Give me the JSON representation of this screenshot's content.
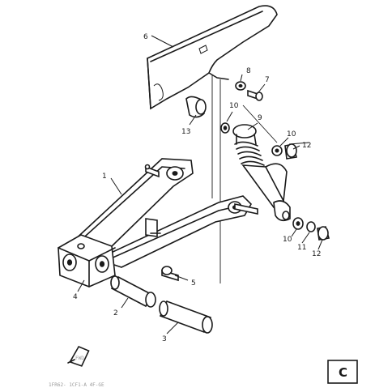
{
  "callouts": [
    "1",
    "2",
    "3",
    "4",
    "5",
    "6",
    "7",
    "8",
    "9",
    "10",
    "10",
    "10",
    "11",
    "12",
    "12",
    "13"
  ],
  "section_code": "C",
  "fwd_label": "FWD",
  "footer_text": "1FR62-  1CF1-A   4F-GE"
}
